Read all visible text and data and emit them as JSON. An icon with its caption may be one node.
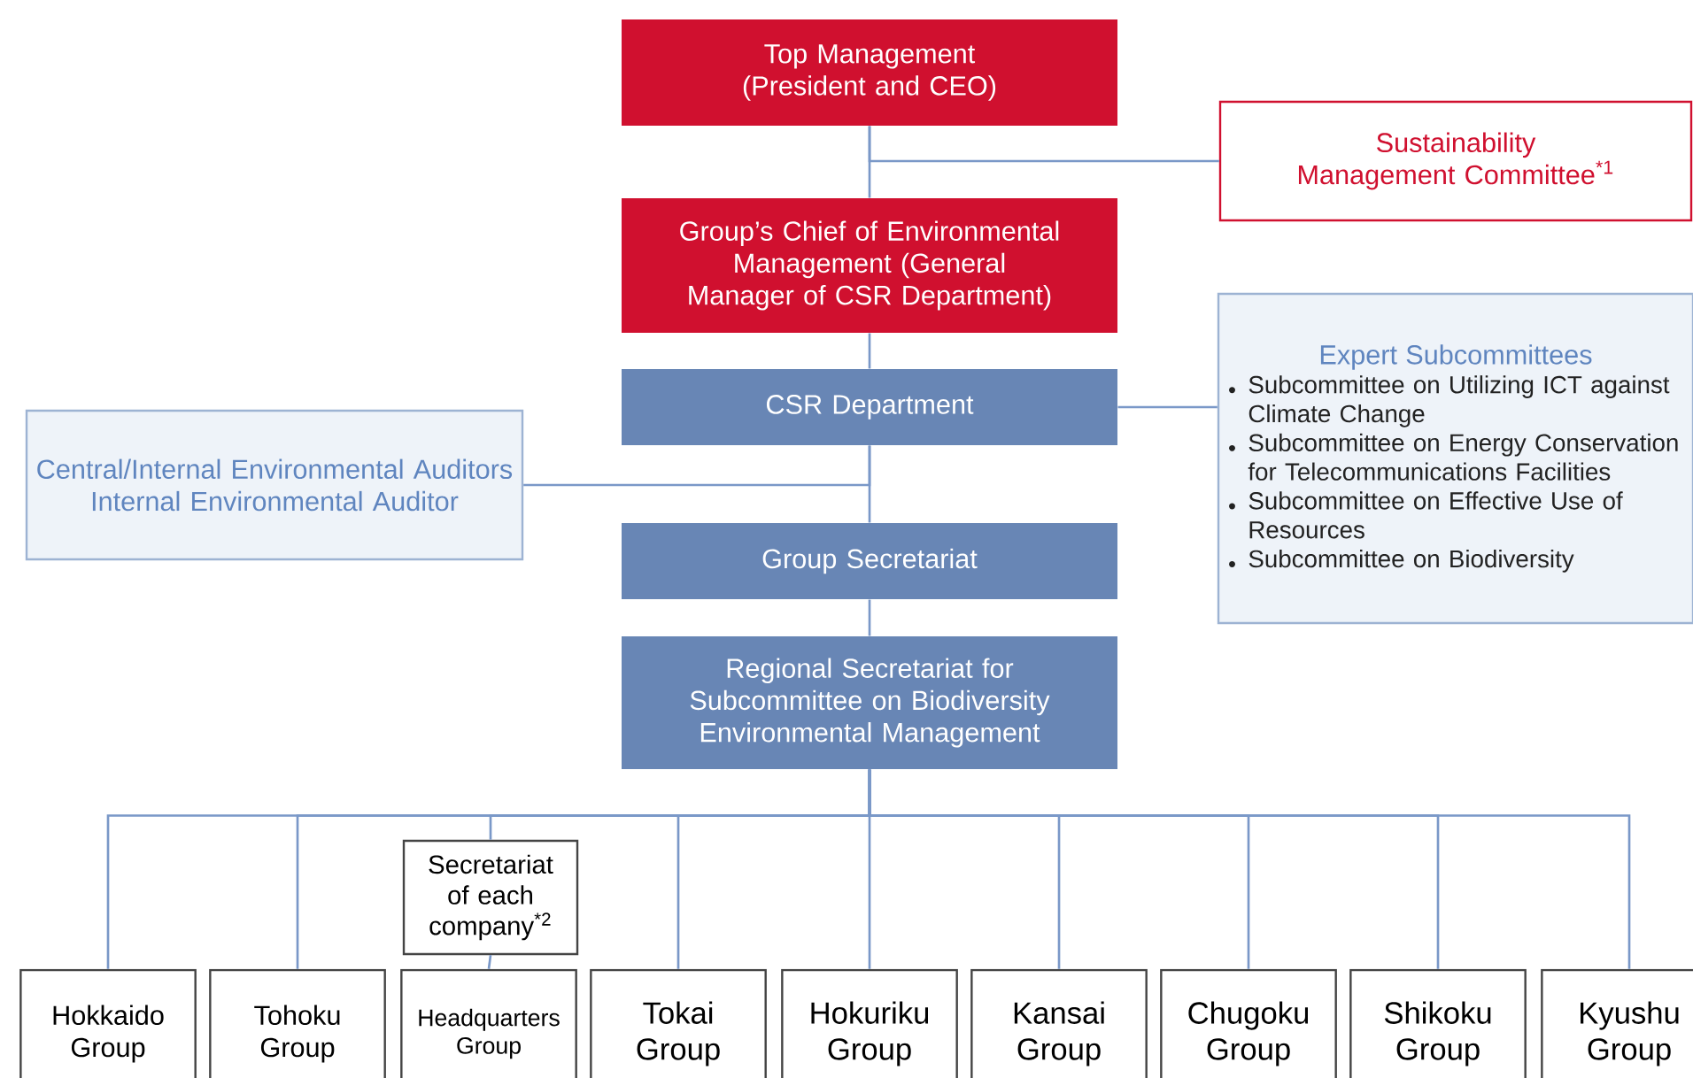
{
  "diagram": {
    "nodes": [
      {
        "text": [
          "Top Management (President and CEO)"
        ]
      },
      {
        "text": [
          "Sustainability Management Committee$^{*1}$"
        ]
      },
      {
        "text": [
          "Group’s Chief of Environmental Management (General Manager of CSR Department)"
        ]
      },
      {
        "text": [
          "CSR Department"
        ]
      },
      {
        "text": [
          "Expert Subcommittees",
          "Subcommittee on Utilizing ICT against Climate Change",
          "Subcommittee on Energy Conservation for Telecommunications Facilities",
          "Subcommittee on Effective Use of Resources",
          "Subcommittee on Biodiversity"
        ]
      },
      {
        "text": [
          "Central/Internal Environmental Auditors",
          "Internal Environmental Auditor"
        ]
      },
      {
        "text": [
          "Group Secretariat"
        ]
      },
      {
        "text": [
          "Regional Secretariat for Subcommittee on Biodiversity Environmental Management"
        ]
      },
      {
        "text": [
          "Secretariat of each company$^{*2}$"
        ]
      },
      {
        "text": [
          "Hokkaido Group"
        ]
      },
      {
        "text": [
          "Tohoku Group"
        ]
      },
      {
        "text": [
          "Headquarters Group"
        ]
      },
      {
        "text": [
          "Tokai Group"
        ]
      },
      {
        "text": [
          "Hokuriku Group"
        ]
      },
      {
        "text": [
          "Kansai Group"
        ]
      },
      {
        "text": [
          "Chugoku Group"
        ]
      },
      {
        "text": [
          "Shikoku Group"
        ]
      },
      {
        "text": [
          "Kyushu Group"
        ]
      }
    ],
    "edges": [
      {
        "from": 0,
        "to": 2,
        "arrow": "none"
      },
      {
        "from": 0,
        "to": 1,
        "arrow": "none"
      },
      {
        "from": 2,
        "to": 3,
        "arrow": "none"
      },
      {
        "from": 3,
        "to": 4,
        "arrow": "none"
      },
      {
        "from": 3,
        "to": 5,
        "arrow": "none"
      },
      {
        "from": 3,
        "to": 6,
        "arrow": "none"
      },
      {
        "from": 6,
        "to": 7,
        "arrow": "none"
      },
      {
        "from": 7,
        "to": 9,
        "arrow": "none"
      },
      {
        "from": 7,
        "to": 10,
        "arrow": "none"
      },
      {
        "from": 7,
        "to": 8,
        "arrow": "none"
      },
      {
        "from": 8,
        "to": 11,
        "arrow": "none"
      },
      {
        "from": 7,
        "to": 12,
        "arrow": "none"
      },
      {
        "from": 7,
        "to": 13,
        "arrow": "none"
      },
      {
        "from": 7,
        "to": 14,
        "arrow": "none"
      },
      {
        "from": 7,
        "to": 15,
        "arrow": "none"
      },
      {
        "from": 7,
        "to": 16,
        "arrow": "none"
      },
      {
        "from": 7,
        "to": 17,
        "arrow": "none"
      }
    ]
  }
}
